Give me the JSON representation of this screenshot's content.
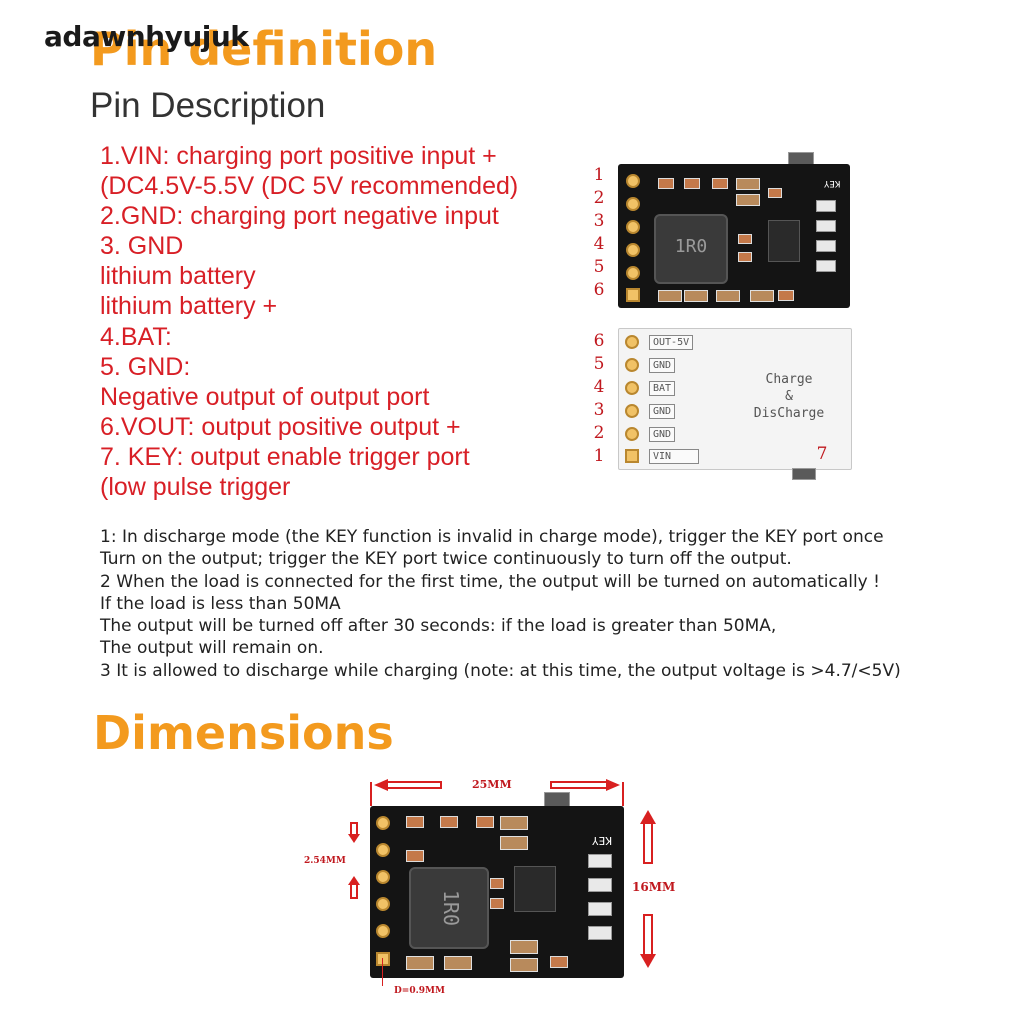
{
  "watermark": "adawnhyujuk",
  "pin_section": {
    "title": "Pin definition",
    "subtitle": "Pin Description",
    "lines": [
      "1.VIN: charging port positive input +",
      "(DC4.5V-5.5V (DC 5V recommended)",
      "2.GND: charging port negative input",
      "3. GND",
      "lithium battery",
      "lithium battery +",
      "4.BAT:",
      "5. GND:",
      "Negative output of output port",
      "6.VOUT: output positive output +",
      "7. KEY: output enable trigger port",
      "(low pulse trigger"
    ]
  },
  "notes": [
    "1: In discharge mode (the KEY function is invalid in charge mode), trigger the KEY port once",
    "Turn on the output; trigger the KEY port twice continuously to turn off the output.",
    "2 When the load is connected for the first time, the output will be turned on automatically !",
    "If the load is less than 50MA",
    "The output will be turned off after 30 seconds: if the load is greater than 50MA,",
    "The output will remain on.",
    "3 It is allowed to discharge while charging (note: at this time, the output voltage is >4.7/<5V)"
  ],
  "front_board": {
    "pin_numbers": [
      "1",
      "2",
      "3",
      "4",
      "5",
      "6"
    ],
    "inductor_label": "1R0",
    "key_label": "KEY"
  },
  "back_board": {
    "pin_numbers": [
      "6",
      "5",
      "4",
      "3",
      "2",
      "1"
    ],
    "pin_labels": [
      "OUT-5V",
      "GND",
      "BAT",
      "GND",
      "GND",
      "VIN"
    ],
    "center_text": [
      "Charge",
      "&",
      "DisCharge"
    ],
    "key_pin_number": "7"
  },
  "dimensions": {
    "title": "Dimensions",
    "width_label": "25MM",
    "height_label": "16MM",
    "pitch_label": "2.54MM",
    "hole_label": "D=0.9MM",
    "inductor_label": "1R0",
    "key_label": "KEY"
  },
  "colors": {
    "accent_orange": "#f39a1e",
    "pin_text_red": "#d81f26",
    "board_black": "#141414"
  }
}
